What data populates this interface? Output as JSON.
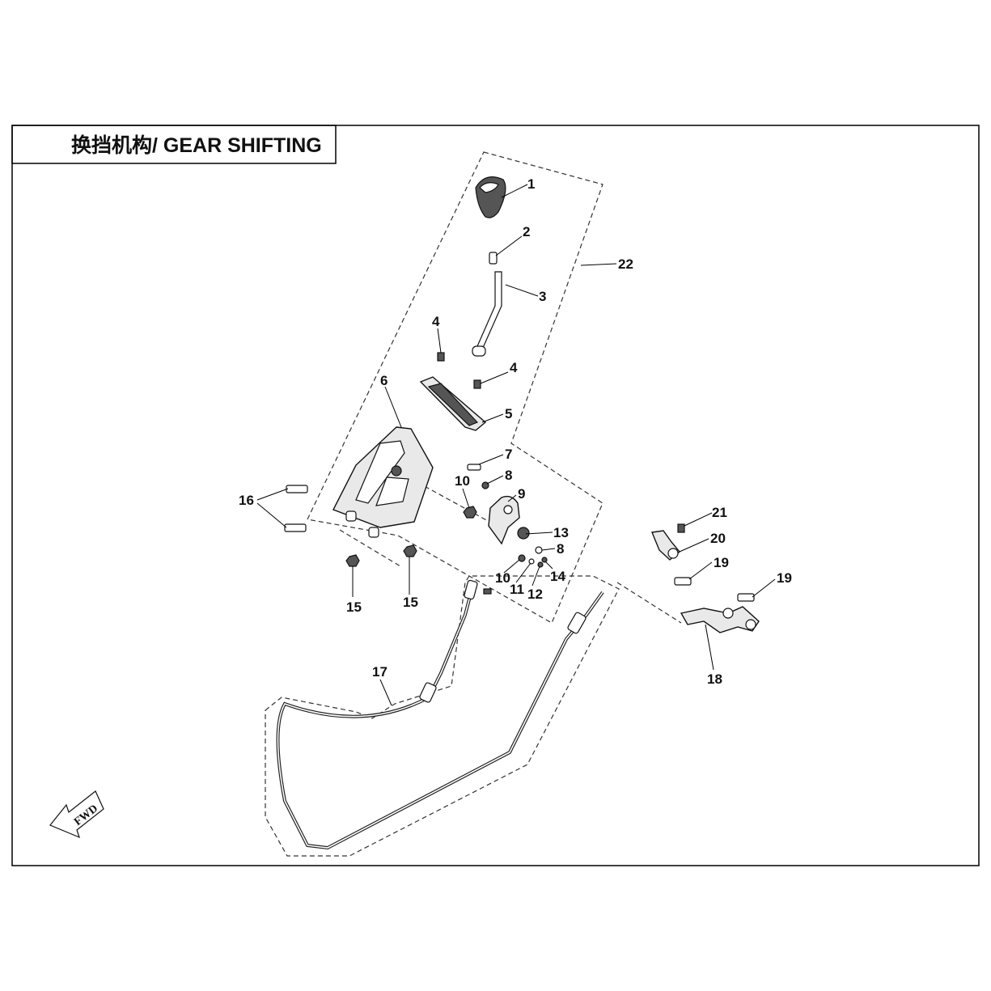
{
  "title": "换挡机构/ GEAR SHIFTING",
  "fwd_label": "FWD",
  "callouts": [
    {
      "id": "1",
      "label": "1"
    },
    {
      "id": "2",
      "label": "2"
    },
    {
      "id": "3",
      "label": "3"
    },
    {
      "id": "4a",
      "label": "4"
    },
    {
      "id": "4b",
      "label": "4"
    },
    {
      "id": "5",
      "label": "5"
    },
    {
      "id": "6",
      "label": "6"
    },
    {
      "id": "7",
      "label": "7"
    },
    {
      "id": "8a",
      "label": "8"
    },
    {
      "id": "8b",
      "label": "8"
    },
    {
      "id": "9",
      "label": "9"
    },
    {
      "id": "10a",
      "label": "10"
    },
    {
      "id": "10b",
      "label": "10"
    },
    {
      "id": "11",
      "label": "11"
    },
    {
      "id": "12",
      "label": "12"
    },
    {
      "id": "13",
      "label": "13"
    },
    {
      "id": "14",
      "label": "14"
    },
    {
      "id": "15a",
      "label": "15"
    },
    {
      "id": "15b",
      "label": "15"
    },
    {
      "id": "16",
      "label": "16"
    },
    {
      "id": "17",
      "label": "17"
    },
    {
      "id": "18",
      "label": "18"
    },
    {
      "id": "19a",
      "label": "19"
    },
    {
      "id": "19b",
      "label": "19"
    },
    {
      "id": "20",
      "label": "20"
    },
    {
      "id": "21",
      "label": "21"
    },
    {
      "id": "22",
      "label": "22"
    }
  ]
}
